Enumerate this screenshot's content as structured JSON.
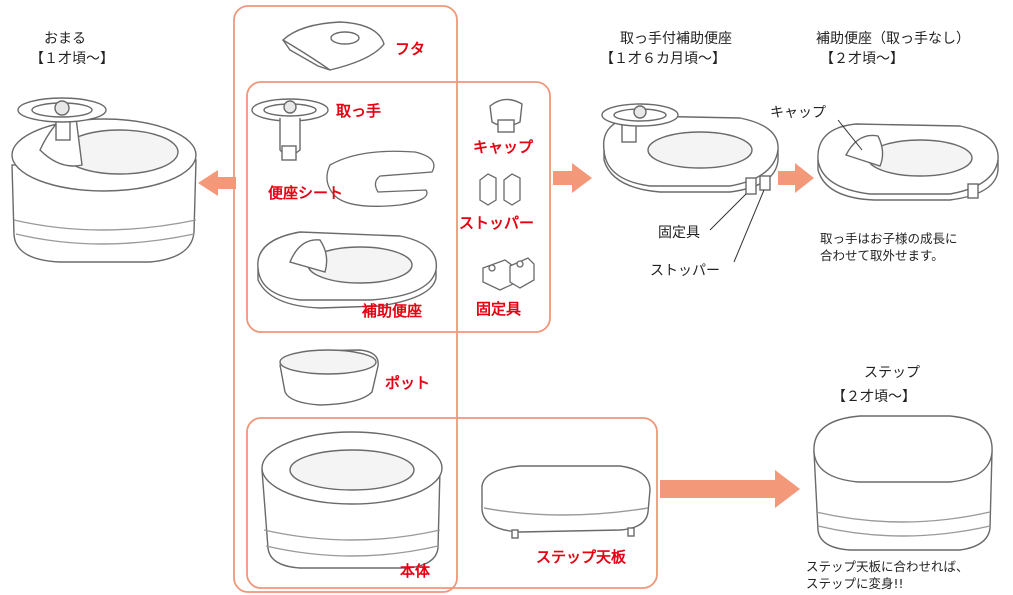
{
  "colors": {
    "accent_red": "#e60012",
    "frame_orange": "#f0977a",
    "arrow_orange": "#f4987a",
    "line": "#6a6a6a"
  },
  "omaru": {
    "title": "おまる",
    "age": "【１才頃〜】"
  },
  "parts": {
    "futa": "フタ",
    "totte": "取っ手",
    "benza_seat": "便座シート",
    "hojo_benza": "補助便座",
    "cap": "キャップ",
    "stopper": "ストッパー",
    "koteigu": "固定具",
    "pot": "ポット",
    "hontai": "本体",
    "step_tenban": "ステップ天板"
  },
  "with_handle": {
    "title": "取っ手付補助便座",
    "age": "【１才６カ月頃〜】",
    "koteigu": "固定具",
    "stopper": "ストッパー"
  },
  "without_handle": {
    "title": "補助便座（取っ手なし）",
    "age": "【２才頃〜】",
    "cap": "キャップ",
    "note_line1": "取っ手はお子様の成長に",
    "note_line2": "合わせて取外せます。"
  },
  "step": {
    "title": "ステップ",
    "age": "【２才頃〜】",
    "note_line1": "ステップ天板に合わせれば、",
    "note_line2": "ステップに変身!!"
  }
}
